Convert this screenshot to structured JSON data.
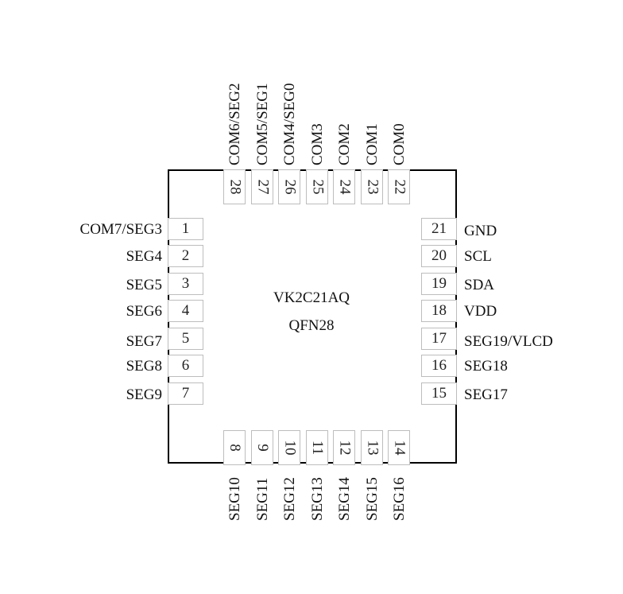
{
  "chip": {
    "part_number": "VK2C21AQ",
    "package": "QFN28"
  },
  "left_pins": [
    {
      "num": "1",
      "label": "COM7/SEG3"
    },
    {
      "num": "2",
      "label": "SEG4"
    },
    {
      "num": "3",
      "label": "SEG5"
    },
    {
      "num": "4",
      "label": "SEG6"
    },
    {
      "num": "5",
      "label": "SEG7"
    },
    {
      "num": "6",
      "label": "SEG8"
    },
    {
      "num": "7",
      "label": "SEG9"
    }
  ],
  "bottom_pins": [
    {
      "num": "8",
      "label": "SEG10"
    },
    {
      "num": "9",
      "label": "SEG11"
    },
    {
      "num": "10",
      "label": "SEG12"
    },
    {
      "num": "11",
      "label": "SEG13"
    },
    {
      "num": "12",
      "label": "SEG14"
    },
    {
      "num": "13",
      "label": "SEG15"
    },
    {
      "num": "14",
      "label": "SEG16"
    }
  ],
  "right_pins": [
    {
      "num": "15",
      "label": "SEG17"
    },
    {
      "num": "16",
      "label": "SEG18"
    },
    {
      "num": "17",
      "label": "SEG19/VLCD"
    },
    {
      "num": "18",
      "label": "VDD"
    },
    {
      "num": "19",
      "label": "SDA"
    },
    {
      "num": "20",
      "label": "SCL"
    },
    {
      "num": "21",
      "label": "GND"
    }
  ],
  "top_pins": [
    {
      "num": "22",
      "label": "COM0"
    },
    {
      "num": "23",
      "label": "COM1"
    },
    {
      "num": "24",
      "label": "COM2"
    },
    {
      "num": "25",
      "label": "COM3"
    },
    {
      "num": "26",
      "label": "COM4/SEG0"
    },
    {
      "num": "27",
      "label": "COM5/SEG1"
    },
    {
      "num": "28",
      "label": "COM6/SEG2"
    }
  ]
}
